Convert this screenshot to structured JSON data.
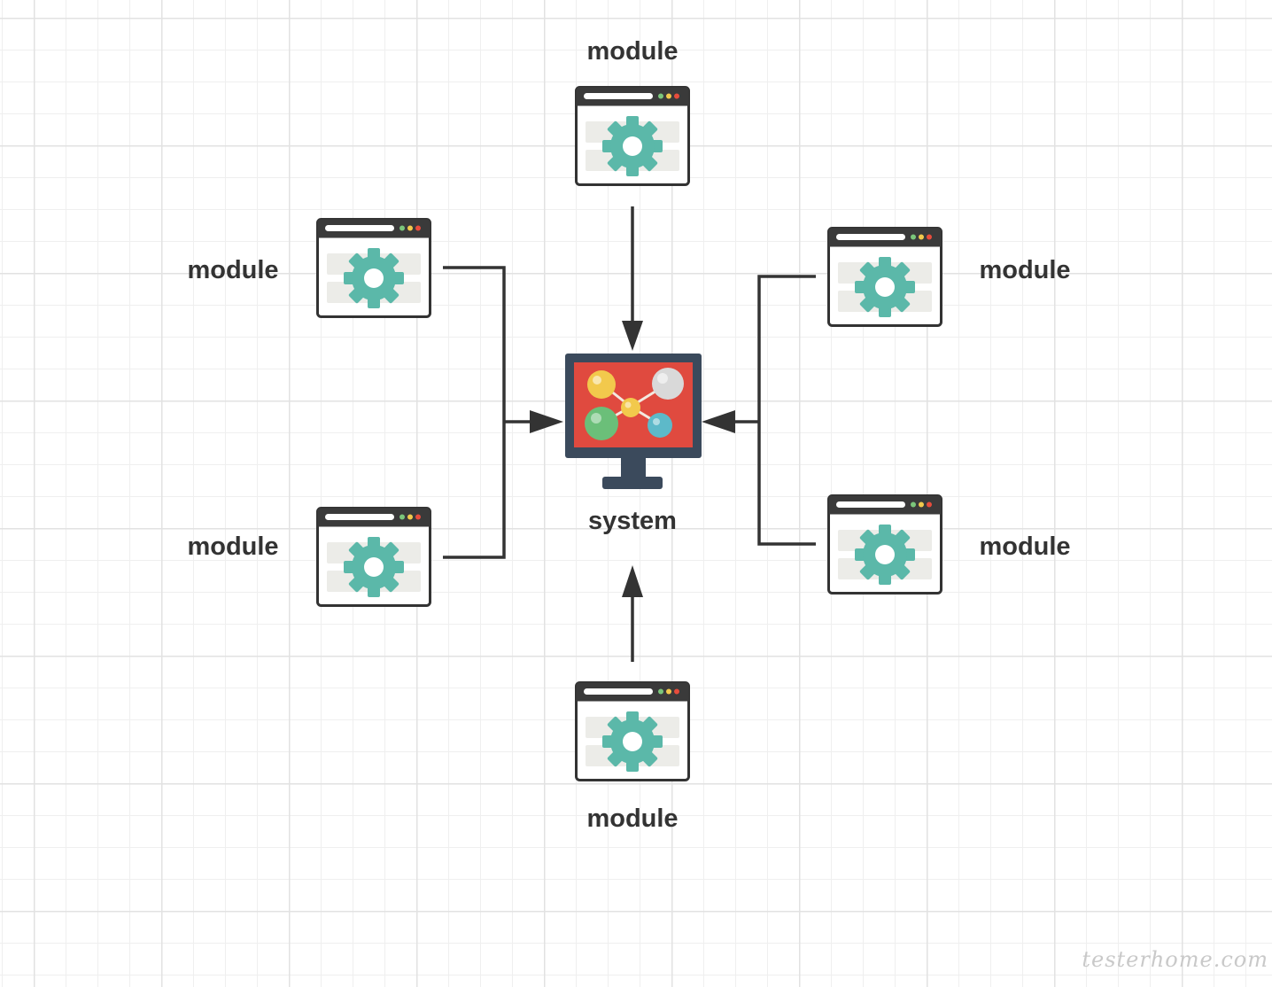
{
  "center": {
    "label": "system"
  },
  "modules": [
    {
      "id": "top",
      "label": "module"
    },
    {
      "id": "upper-left",
      "label": "module"
    },
    {
      "id": "lower-left",
      "label": "module"
    },
    {
      "id": "upper-right",
      "label": "module"
    },
    {
      "id": "lower-right",
      "label": "module"
    },
    {
      "id": "bottom",
      "label": "module"
    }
  ],
  "watermark": "testerhome.com",
  "colors": {
    "module_frame": "#333333",
    "module_bar": "#3a3a3a",
    "gear": "#5bb8a9",
    "monitor_body": "#3b4a5c",
    "monitor_screen": "#e04a3f",
    "connector": "#333333",
    "dot_green": "#7bc67b",
    "dot_yellow": "#f2c94c",
    "dot_red": "#e74c3c"
  },
  "icons": {
    "module": "settings-window-icon",
    "center": "network-monitor-icon"
  }
}
